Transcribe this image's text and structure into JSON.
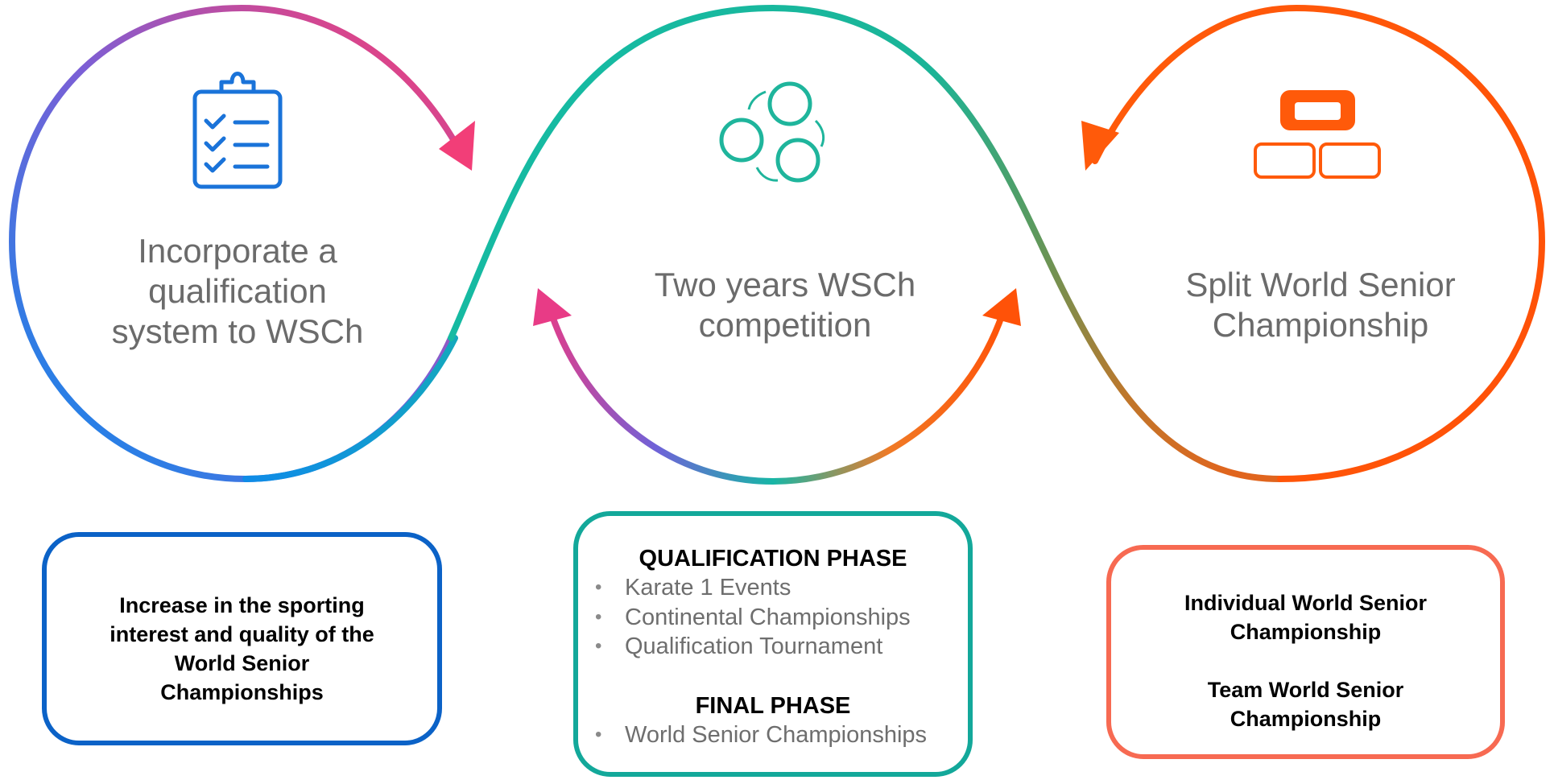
{
  "steps": [
    {
      "title_lines": [
        "Incorporate a",
        "qualification",
        "system to WSCh"
      ],
      "icon": "clipboard-checklist-icon",
      "color": "#1a73d9"
    },
    {
      "title_lines": [
        "Two years WSCh",
        "competition"
      ],
      "icon": "three-circles-icon",
      "color": "#1fb59c"
    },
    {
      "title_lines": [
        "Split World Senior",
        "Championship"
      ],
      "icon": "split-blocks-icon",
      "color": "#ff5a0a"
    }
  ],
  "boxes": {
    "left": {
      "lines": [
        "Increase in the sporting",
        "interest and quality of the",
        "World Senior",
        "Championships"
      ],
      "border_color": "#0b62c7"
    },
    "middle": {
      "border_color": "#13a89a",
      "qualification_heading": "QUALIFICATION PHASE",
      "qualification_items": [
        "Karate 1 Events",
        "Continental Championships",
        "Qualification Tournament"
      ],
      "final_heading": "FINAL PHASE",
      "final_items": [
        "World Senior Championships"
      ],
      "bullet_symbol": "•"
    },
    "right": {
      "individual_lines": [
        "Individual World Senior",
        "Championship"
      ],
      "team_lines": [
        "Team World Senior",
        "Championship"
      ],
      "border_color": "#f76a52"
    }
  },
  "colors": {
    "blue": "#1e8cf0",
    "purple": "#9b4fc4",
    "pink": "#f2447a",
    "teal": "#17b9a3",
    "orange": "#ff5a0a",
    "title_gray": "#6b6b6b"
  }
}
